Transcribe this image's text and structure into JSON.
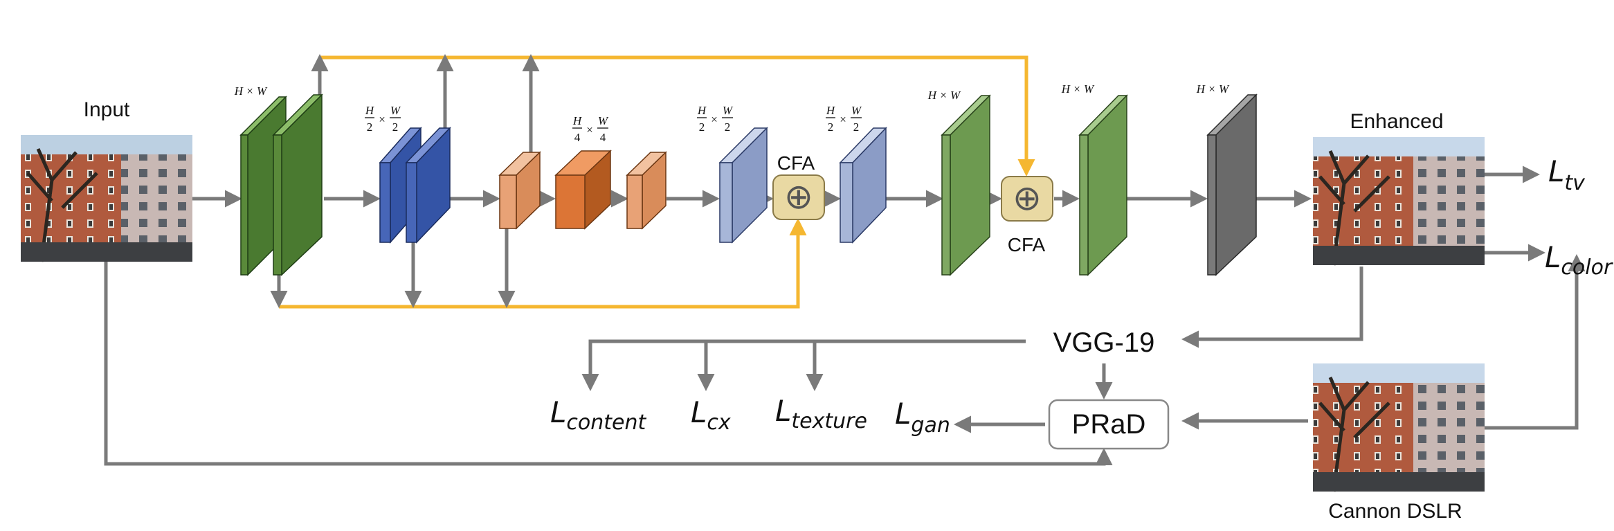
{
  "labels": {
    "input": "Input",
    "enhanced": "Enhanced",
    "dslr": "Cannon DSLR",
    "vgg": "VGG-19",
    "prad": "PRaD",
    "cfa1": "CFA",
    "cfa2": "CFA",
    "oplus": "⊕"
  },
  "dims": {
    "full": "H × W",
    "half_num_h": "H",
    "half_num_w": "W",
    "half_den": "2",
    "quarter_den": "4",
    "times": "×"
  },
  "losses": {
    "tv": {
      "main": "L",
      "sub": "tv"
    },
    "color": {
      "main": "L",
      "sub": "color"
    },
    "content": {
      "main": "L",
      "sub": "content"
    },
    "cx": {
      "main": "L",
      "sub": "cx"
    },
    "texture": {
      "main": "L",
      "sub": "texture"
    },
    "gan": {
      "main": "L",
      "sub": "gan"
    }
  },
  "colors": {
    "green_dark": "#5a8a3a",
    "green_light": "#7fa862",
    "blue_dark": "#4766b8",
    "blue_light": "#a7b6d8",
    "orange_light": "#e8a276",
    "orange_dark": "#dc7536",
    "gray_block": "#7a7a7a",
    "skip_line": "#f5b731",
    "arrow": "#7a7a7a",
    "cfa_fill": "#e9d9a3"
  }
}
